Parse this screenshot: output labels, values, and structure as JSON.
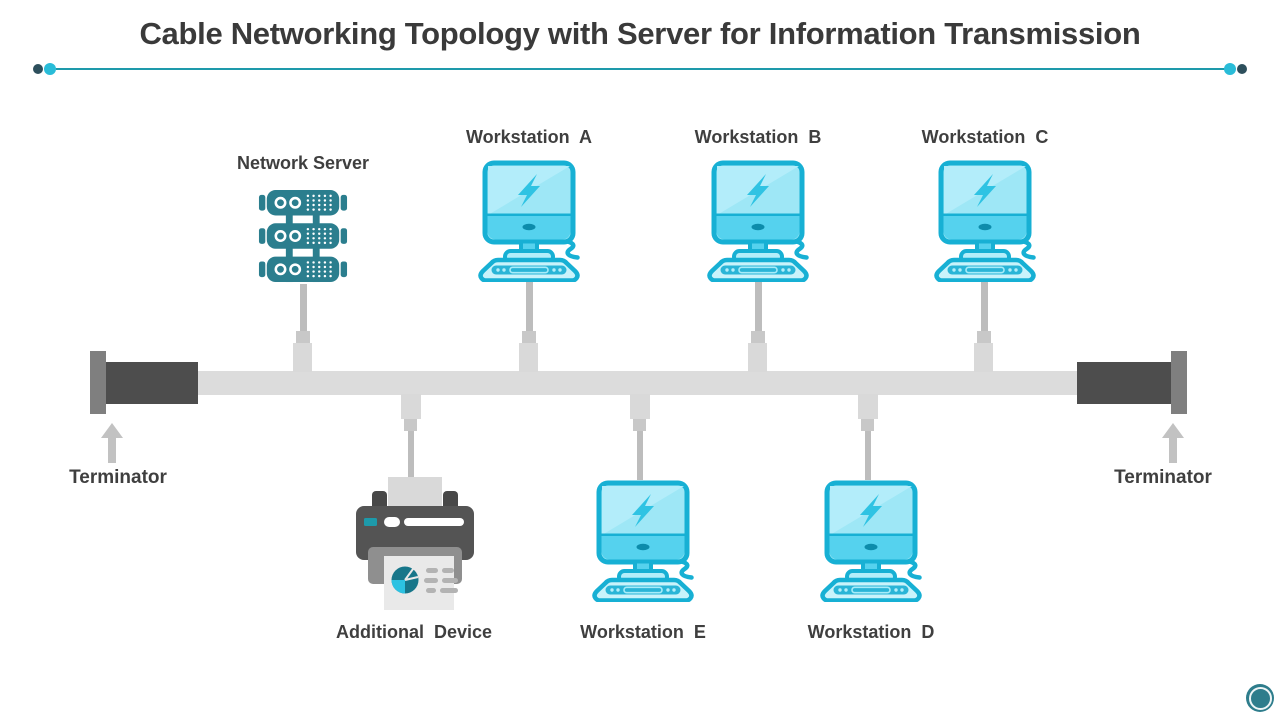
{
  "title": "Cable Networking Topology with Server for Information Transmission",
  "nodes": [
    {
      "id": "network-server",
      "label": "Network Server",
      "type": "server",
      "side": "top"
    },
    {
      "id": "workstation-a",
      "label": "Workstation  A",
      "type": "workstation",
      "side": "top"
    },
    {
      "id": "workstation-b",
      "label": "Workstation  B",
      "type": "workstation",
      "side": "top"
    },
    {
      "id": "workstation-c",
      "label": "Workstation  C",
      "type": "workstation",
      "side": "top"
    },
    {
      "id": "additional-device",
      "label": "Additional  Device",
      "type": "printer",
      "side": "bottom"
    },
    {
      "id": "workstation-e",
      "label": "Workstation  E",
      "type": "workstation",
      "side": "bottom"
    },
    {
      "id": "workstation-d",
      "label": "Workstation  D",
      "type": "workstation",
      "side": "bottom"
    }
  ],
  "terminators": {
    "left": "Terminator",
    "right": "Terminator"
  },
  "diagram": {
    "type": "bus-topology",
    "backbone": "coaxial bus cable with terminators at both ends",
    "top_attached": [
      "Network Server",
      "Workstation  A",
      "Workstation  B",
      "Workstation  C"
    ],
    "bottom_attached": [
      "Additional  Device",
      "Workstation  E",
      "Workstation  D"
    ]
  },
  "colors": {
    "title_color": "#3a3a3a",
    "label_color": "#3f3f3f",
    "accent_teal": "#1e9aab",
    "accent_cyan": "#29bcd8",
    "dark_dot": "#2d4f5c",
    "bus_gray": "#dcdcdc",
    "terminator_dark": "#4d4d4d",
    "cap_gray": "#7f7f7f",
    "cable_gray": "#bdbdbd",
    "connector_gray": "#c8c8c8",
    "plug_gray": "#d9d9d9",
    "arrow_gray": "#c2c2c2",
    "server_teal": "#2b7e8e",
    "ws_outline": "#17b0d4",
    "ws_screen": "#9ee7f6",
    "ws_screen_shine": "#b3edfa",
    "ws_bezel": "#55d2ee",
    "ws_light": "#b4eefa",
    "ws_kb_fill": "#c9f3fb",
    "ws_kb_bar": "#2ab5d7",
    "bolt_cyan": "#2fc3e3",
    "oval_dark": "#0d8cab",
    "printer_dark": "#545454",
    "printer_shoulder": "#484848",
    "printer_mid": "#8f8f8f",
    "paper_top": "#d9d9d9",
    "paper_out": "#e9e9e9",
    "pie_dark": "#17768a",
    "pie_cyan": "#2cc2e2",
    "dash_gray": "#b3b3b3",
    "chip_teal": "#1d9aaa",
    "badge_teal": "#2e7d8c"
  }
}
